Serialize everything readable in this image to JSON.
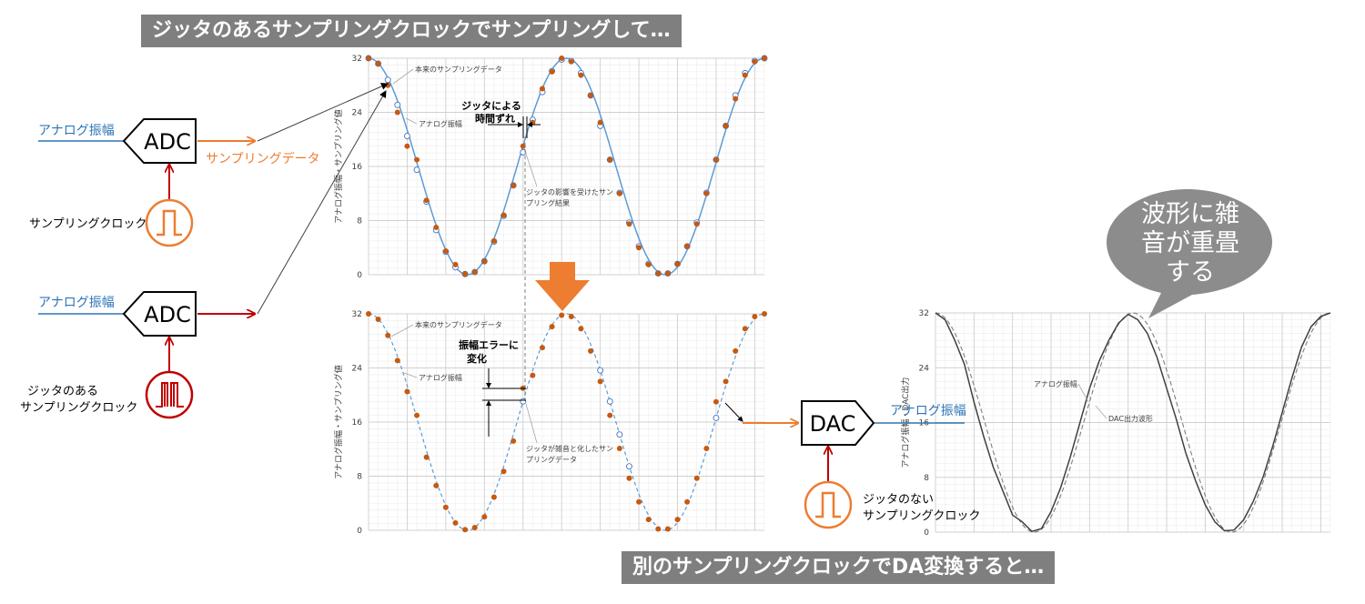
{
  "banners": {
    "top": "ジッタのあるサンプリングクロックでサンプリングして…",
    "bottom": "別のサンプリングクロックでDA変換すると…"
  },
  "left": {
    "adc1": {
      "input_label": "アナログ振幅",
      "block_label": "ADC",
      "output_label": "サンプリングデータ",
      "clock_label": "サンプリングクロック"
    },
    "adc2": {
      "input_label": "アナログ振幅",
      "block_label": "ADC",
      "clock_label_line1": "ジッタのある",
      "clock_label_line2": "サンプリングクロック"
    }
  },
  "dac": {
    "block_label": "DAC",
    "output_label": "アナログ振幅",
    "clock_label_line1": "ジッタのない",
    "clock_label_line2": "サンプリングクロック"
  },
  "bubble": {
    "line1": "波形に雑",
    "line2": "音が重畳",
    "line3": "する"
  },
  "colors": {
    "analog": "#5b9bd5",
    "sample": "#c55a11",
    "ideal": "#4472c4",
    "clock_ok": "#ed7d31",
    "clock_jitter": "#c00000",
    "dac_line": "#404040",
    "banner": "#7f7f7f",
    "bubble": "#8c8c8c"
  },
  "chart_data": [
    {
      "type": "scatter",
      "ylabel": "アナログ振幅・サンプリング値",
      "ylim": [
        0,
        32
      ],
      "yticks": [
        "0",
        "8",
        "16",
        "24",
        "32"
      ],
      "grid": true,
      "annotations": {
        "ideal": "本来のサンプリングデータ",
        "analog": "アナログ振幅",
        "shift_line1": "ジッタによる",
        "shift_line2": "時間ずれ",
        "result_line1": "ジッタの影響を受けたサン",
        "result_line2": "プリング結果"
      },
      "series": [
        {
          "values": [
            32,
            31.2,
            28.8,
            25.1,
            20.5,
            15.5,
            10.8,
            6.6,
            3.4,
            1.1,
            0.1,
            0.4,
            2.0,
            4.9,
            8.7,
            13.2,
            18.1,
            22.9,
            27.0,
            30.1,
            31.8,
            31.6,
            29.8,
            26.5,
            22.0,
            17.0,
            12.1,
            7.7,
            4.2,
            1.6,
            0.2,
            0.2,
            1.6,
            4.2,
            7.7,
            12.1,
            17.0,
            22.0,
            26.5,
            29.8,
            31.6,
            32
          ]
        },
        {
          "values": [
            32,
            31.2,
            28.0,
            24.0,
            19.0,
            17.0,
            11.0,
            7.0,
            3.5,
            1.5,
            0.1,
            0.4,
            2.0,
            5.0,
            8.8,
            13.2,
            19.0,
            22.5,
            27.5,
            30.0,
            32,
            31.5,
            29.5,
            26.5,
            22.5,
            17.0,
            12.0,
            7.5,
            4.0,
            1.5,
            0.2,
            0.2,
            1.6,
            4.2,
            7.5,
            12.0,
            17.0,
            22.0,
            26.0,
            29.5,
            31.5,
            32
          ]
        }
      ]
    },
    {
      "type": "scatter",
      "ylabel": "アナログ振幅・サンプリング値",
      "ylim": [
        0,
        32
      ],
      "yticks": [
        "0",
        "8",
        "16",
        "24",
        "32"
      ],
      "grid": true,
      "annotations": {
        "ideal": "本来のサンプリングデータ",
        "analog": "アナログ振幅",
        "error_line1": "振幅エラーに",
        "error_line2": "変化",
        "result_line1": "ジッタが雑音と化したサン",
        "result_line2": "プリングデータ"
      },
      "series": [
        {
          "values": [
            32,
            31.2,
            28.8,
            25.1,
            20.5,
            17.0,
            10.8,
            6.6,
            3.4,
            1.1,
            0.1,
            0.4,
            2.0,
            4.9,
            8.7,
            13.2,
            21.0,
            22.9,
            27.0,
            30.1,
            31.8,
            31.6,
            29.8,
            26.5,
            22.0,
            17.0,
            12.1,
            7.7,
            4.2,
            1.6,
            0.2,
            0.2,
            1.6,
            4.2,
            7.7,
            12.1,
            19.0,
            22.0,
            26.5,
            29.8,
            31.6,
            32
          ]
        }
      ]
    },
    {
      "type": "line",
      "ylabel": "アナログ振幅・DAC出力",
      "ylim": [
        0,
        32
      ],
      "yticks": [
        "0",
        "8",
        "16",
        "24",
        "32"
      ],
      "grid": true,
      "annotations": {
        "analog": "アナログ振幅",
        "dac": "DAC出力波形"
      },
      "series": [
        {
          "values": [
            32,
            31.0,
            28.0,
            24.5,
            19.0,
            14.0,
            9.5,
            6.0,
            2.5,
            1.5,
            0.1,
            0.5,
            3.0,
            6.5,
            11.0,
            16.0,
            21.0,
            25.0,
            28.0,
            30.5,
            31.8,
            31.0,
            29.0,
            25.5,
            21.0,
            16.5,
            11.5,
            7.5,
            4.0,
            1.5,
            0.2,
            0.3,
            1.8,
            4.5,
            8.0,
            12.5,
            17.5,
            22.5,
            27.0,
            30.0,
            31.5,
            32
          ]
        }
      ]
    }
  ]
}
